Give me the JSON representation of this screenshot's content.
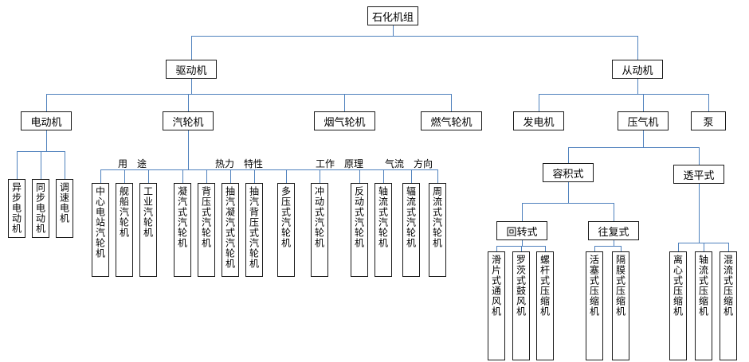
{
  "diagram": {
    "root": "石化机组",
    "colors": {
      "line": "#4f81bd",
      "box_border": "#1a1a1a",
      "box_fill": "#ffffff",
      "background": "#ffffff"
    },
    "driver": {
      "label": "驱动机",
      "motor": "电动机",
      "steam_turbine": "汽轮机",
      "flue_gas_turbine": "烟气轮机",
      "gas_turbine": "燃气轮机",
      "motor_types": [
        "异步电动机",
        "同步电动机",
        "调速电机"
      ],
      "turbine_groups": {
        "use_label": "用　途",
        "thermal_label": "热力　特性",
        "principle_label": "工作　原理",
        "flow_label": "气流　方向",
        "use": [
          "中心电站汽轮机",
          "舰船汽轮机",
          "工业汽轮机"
        ],
        "thermal": [
          "凝汽式汽轮机",
          "背压式汽轮机",
          "抽汽凝汽式汽轮机",
          "抽汽背压式汽轮机",
          "多压式汽轮机"
        ],
        "principle": [
          "冲动式汽轮机",
          "反动式汽轮机"
        ],
        "flow": [
          "轴流式汽轮机",
          "辐流式汽轮机",
          "周流式汽轮机"
        ]
      }
    },
    "driven": {
      "label": "从动机",
      "generator": "发电机",
      "compressor": "压气机",
      "pump": "泵",
      "compressor_types": {
        "positive_displacement": "容积式",
        "turbo": "透平式",
        "rotary": "回转式",
        "reciprocating": "往复式",
        "rotary_machines": [
          "滑片式通风机",
          "罗茨式鼓风机",
          "螺杆式压缩机"
        ],
        "reciprocating_machines": [
          "活塞式压缩机",
          "隔膜式压缩机"
        ],
        "turbo_machines": [
          "离心式压缩机",
          "轴流式压缩机",
          "混流式压缩机"
        ]
      }
    }
  }
}
